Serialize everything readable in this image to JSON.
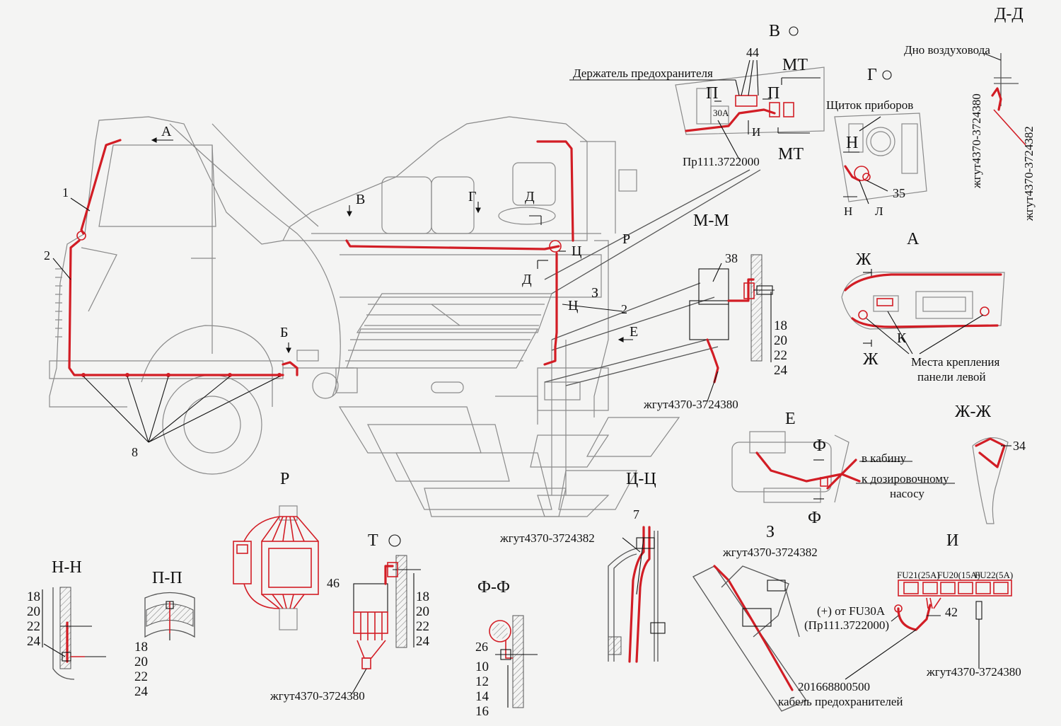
{
  "colors": {
    "harness": "#d21d25",
    "outline": "#8a8a8a",
    "leader": "#111111",
    "background": "#f4f4f3"
  },
  "views": {
    "v_title": "В",
    "g_title": "Г",
    "dd_title": "Д-Д",
    "a_title": "А",
    "mm_title": "М-М",
    "e_title": "Е",
    "zhzh_title": "Ж-Ж",
    "r_title": "Р",
    "t_title": "Т",
    "tsts_title": "Ц-Ц",
    "z_title": "З",
    "i_title": "И",
    "nn_title": "Н-Н",
    "pp_title": "П-П",
    "ff_title": "Ф-Ф"
  },
  "labels": {
    "fuse_holder": "Держатель предохранителя",
    "air_duct_bottom": "Дно воздуховода",
    "instrument_panel": "Щиток приборов",
    "pr111": "Пр111.3722000",
    "fuse30a": "30А",
    "harness_380": "жгут4370-3724380",
    "harness_382": "жгут4370-3724382",
    "mounting_points_1": "Места крепления",
    "mounting_points_2": "панели левой",
    "to_cab": "в кабину",
    "to_pump_1": "к дозировочному",
    "to_pump_2": "насосу",
    "fu21": "FU21(25A)",
    "fu20": "FU20(15A)",
    "fu22": "FU22(5A)",
    "plus_from_1": "(+) от FU30A",
    "plus_from_2": "(Пр111.3722000)",
    "cable_num": "201668800500",
    "cable_name": "кабель предохранителей"
  },
  "callouts": {
    "c1": "1",
    "c2": "2",
    "c2b": "2",
    "c8": "8",
    "c7": "7",
    "c10": "10",
    "c12": "12",
    "c14": "14",
    "c16": "16",
    "c18": "18",
    "c20": "20",
    "c22": "22",
    "c24": "24",
    "c26": "26",
    "c34": "34",
    "c35": "35",
    "c38": "38",
    "c42": "42",
    "c44": "44",
    "c46": "46"
  },
  "section_marks": {
    "A": "А",
    "B": "Б",
    "V": "В",
    "G": "Г",
    "D": "Д",
    "R": "Р",
    "Ts": "Ц",
    "Z": "З",
    "E": "Е",
    "P": "П",
    "MT": "МТ",
    "I": "И",
    "N": "Н",
    "L": "Л",
    "Zh": "Ж",
    "K": "К",
    "F": "Ф"
  }
}
